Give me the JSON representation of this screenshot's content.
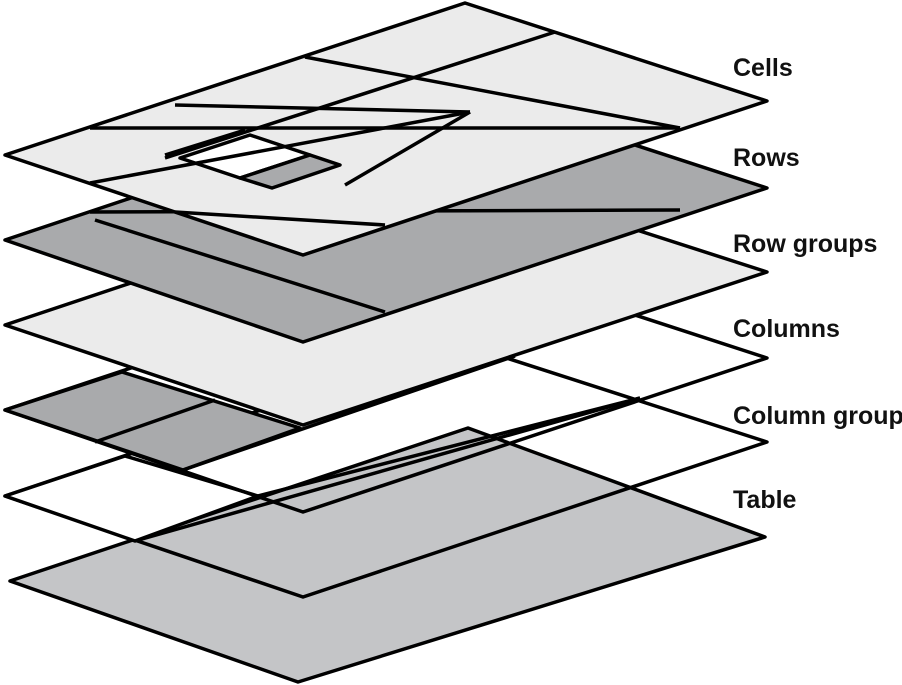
{
  "layers": [
    {
      "id": "cells",
      "label": "Cells"
    },
    {
      "id": "rows",
      "label": "Rows"
    },
    {
      "id": "row-groups",
      "label": "Row groups"
    },
    {
      "id": "columns",
      "label": "Columns"
    },
    {
      "id": "column-groups",
      "label": "Column groups"
    },
    {
      "id": "table",
      "label": "Table"
    }
  ],
  "colors": {
    "outline": "#000000",
    "light_fill": "#ebebeb",
    "dark_fill": "#a9aaac",
    "table_fill": "#c4c5c7",
    "empty_fill": "#ffffff"
  }
}
